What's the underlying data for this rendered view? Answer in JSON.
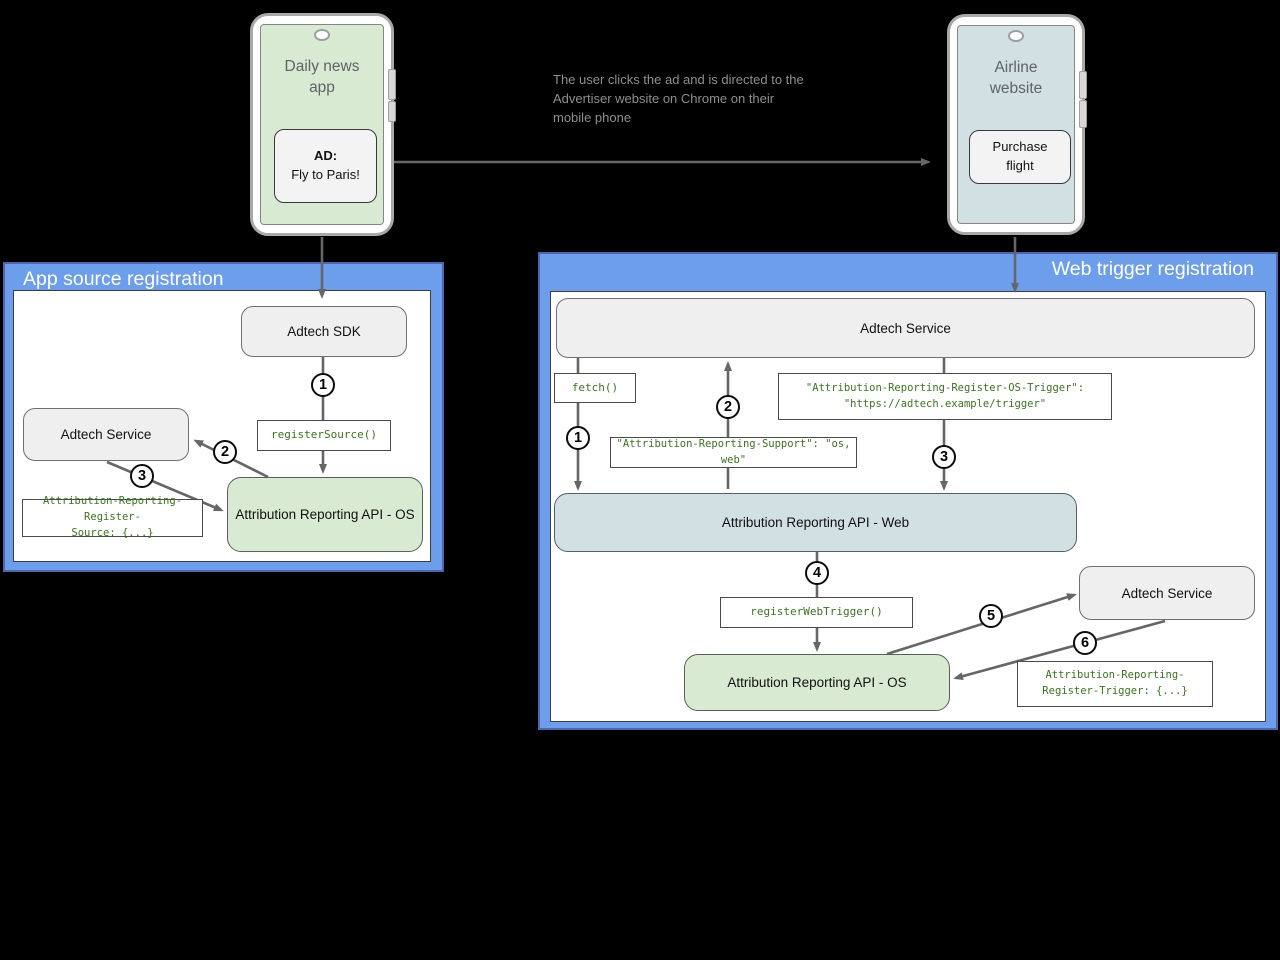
{
  "colors": {
    "panel_blue": "#6d9eeb",
    "box_gray": "#efefef",
    "box_green": "#d9ead3",
    "box_bluegray": "#d0e0e3",
    "code_text_green": "#38761d",
    "arrow_gray": "#666666"
  },
  "scene": {
    "annotation": "The user clicks the ad and is directed to the Advertiser website on Chrome on their mobile phone"
  },
  "phones": {
    "left": {
      "title": "Daily news app",
      "ad_title": "AD:",
      "ad_text": "Fly to Paris!"
    },
    "right": {
      "title": "Airline website",
      "button": "Purchase flight"
    }
  },
  "panels": {
    "app_source": {
      "title": "App source registration",
      "adtech_sdk": "Adtech SDK",
      "adtech_service": "Adtech Service",
      "register_source": "registerSource()",
      "register_source_header": "Attribution-Reporting-Register-\nSource: {...}",
      "api_os": "Attribution Reporting API - OS",
      "steps": [
        "1",
        "2",
        "3"
      ]
    },
    "web_trigger": {
      "title": "Web trigger registration",
      "adtech_service_top": "Adtech Service",
      "fetch": "fetch()",
      "os_trigger_header": "\"Attribution-Reporting-Register-OS-Trigger\":\n\"https://adtech.example/trigger\"",
      "support_header": "\"Attribution-Reporting-Support\": \"os, web\"",
      "api_web": "Attribution Reporting API - Web",
      "register_web_trigger": "registerWebTrigger()",
      "adtech_service_right": "Adtech Service",
      "api_os": "Attribution Reporting API - OS",
      "register_trigger_header": "Attribution-Reporting-\nRegister-Trigger: {...}",
      "steps": [
        "1",
        "2",
        "3",
        "4",
        "5",
        "6"
      ]
    }
  }
}
